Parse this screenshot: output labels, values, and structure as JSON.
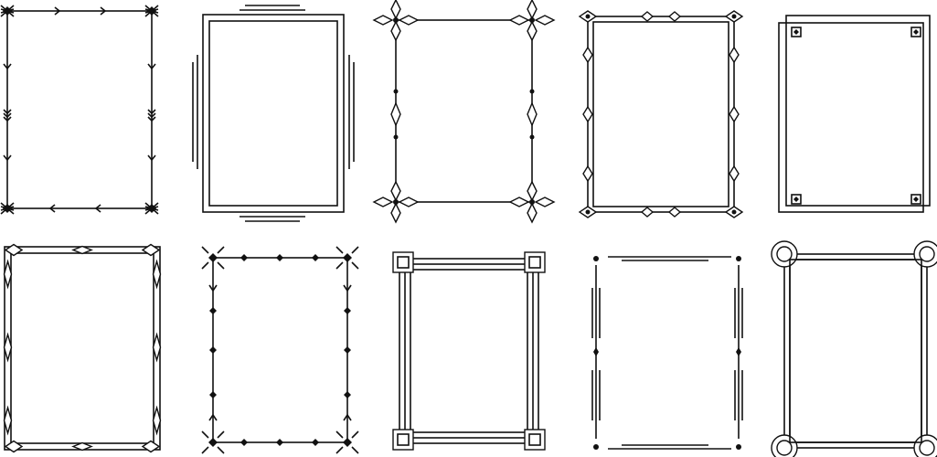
{
  "colors": {
    "stroke": "#111111",
    "background": "#ffffff"
  },
  "frames": [
    {
      "style": "arrow-tribal-frame"
    },
    {
      "style": "double-line-corner-frame"
    },
    {
      "style": "diamond-corner-frame"
    },
    {
      "style": "double-line-diamond-frame"
    },
    {
      "style": "overlapping-square-frame"
    },
    {
      "style": "lens-link-frame"
    },
    {
      "style": "dotted-diamond-frame"
    },
    {
      "style": "triple-line-square-corner-frame"
    },
    {
      "style": "dashed-double-line-frame"
    },
    {
      "style": "arc-corner-frame"
    }
  ]
}
